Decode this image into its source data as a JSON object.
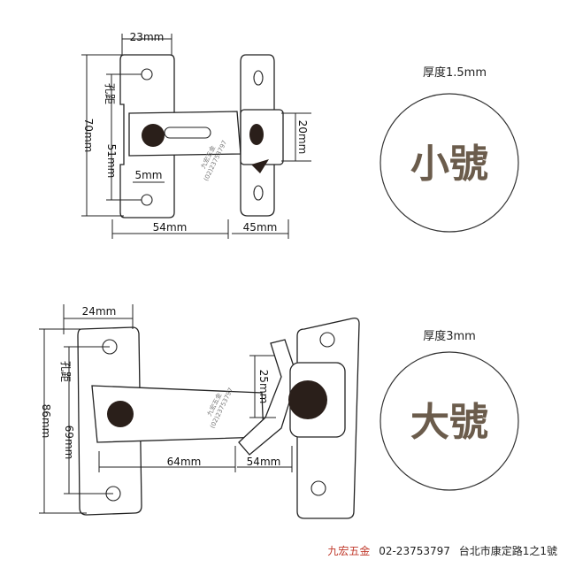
{
  "small": {
    "thickness": "厚度1.5mm",
    "size_label": "小號",
    "dims": {
      "top_width": "23mm",
      "hole_pitch_caption": "孔距",
      "height": "70mm",
      "hole_pitch": "51mm",
      "slot": "5mm",
      "bolt_length": "54mm",
      "keeper_width": "45mm",
      "keeper_depth": "20mm"
    }
  },
  "large": {
    "thickness": "厚度3mm",
    "size_label": "大號",
    "dims": {
      "top_width": "24mm",
      "hole_pitch_caption": "孔距",
      "height": "86mm",
      "hole_pitch": "69mm",
      "bolt_length": "64mm",
      "keeper_width": "54mm",
      "keeper_depth": "25mm"
    }
  },
  "watermark": {
    "brand": "九宏五金",
    "phone": "(02)23753797"
  },
  "footer": {
    "brand": "九宏五金",
    "phone": "02-23753797",
    "address": "台北市康定路1之1號"
  },
  "colors": {
    "size_text": "#6b5c4c",
    "brand_red": "#c0392b",
    "line": "#222222"
  }
}
